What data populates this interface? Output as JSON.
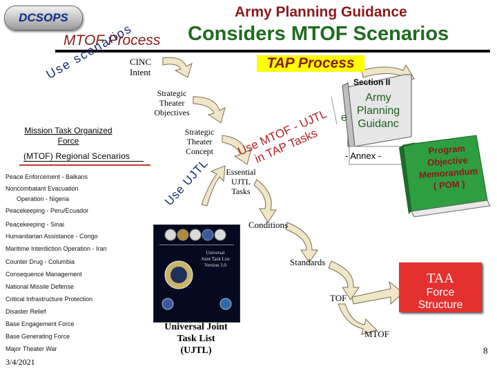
{
  "header": {
    "badge": "DCSOPS",
    "title": "Army Planning Guidance",
    "mtof_process": "MTOF Process",
    "main_title": "Considers MTOF Scenarios"
  },
  "diagram": {
    "cinc_intent": "CINC\nIntent",
    "tap_process": "TAP Process",
    "strategic_objectives": "Strategic\nTheater\nObjectives",
    "strategic_concept": "Strategic\nTheater\nConcept",
    "essential_tasks": "Essential\nUJTL\nTasks",
    "conditions": "Conditions",
    "standards": "Standards",
    "tof": "TOF",
    "mtof": "MTOF",
    "use_scenarios": "Use scenarios",
    "use_ujtl_lower": "Use UJTL",
    "use_mtof_line1": "Use MTOF - UJTL",
    "use_mtof_line2": "in TAP Tasks",
    "section_ii": "Section II",
    "apg_text": "Army\nPlanning\nGuidanc",
    "apg_e": "e",
    "annex": "- Annex -",
    "pom_text": "Program\nObjective\nMemorandum\n( POM )",
    "taa_title": "TAA",
    "taa_sub": "Force\nStructure",
    "ujtl_book_title": "Universal Joint\nTask List\n(UJTL)",
    "ujtl_book_cover": "Universal\nJoint Task List\nVersion 3.0",
    "page_number": "8",
    "date": "3/4/2021"
  },
  "scenarios": {
    "heading": "Mission Task Organized\nForce",
    "subheading": "(MTOF)  Regional Scenarios",
    "items": [
      "Peace Enforcement - Balkans",
      "Noncombatant Evacuation",
      "Operation - Nigeria",
      "Peacekeeping - Peru/Ecuador",
      "Peacekeeping - Sinai",
      "Humanitarian Assistance - Congo",
      "Maritime Interdiction Operation - Iran",
      "Counter Drug - Columbia",
      "Consequence Management",
      "National Missile Defense",
      "Critical Infrastructure Protection",
      "Disaster Relief",
      "Base Engagement Force",
      "Base Generating Force",
      "Major Theater War"
    ]
  },
  "colors": {
    "title_red": "#8b1a1a",
    "title_green": "#1e6b1e",
    "scenario_panel": "#c0392b",
    "arrow": "#e9e0c0",
    "taa_box": "#e53030",
    "pom_book": "#2e9e40",
    "tap_highlight": "#ffff00"
  }
}
